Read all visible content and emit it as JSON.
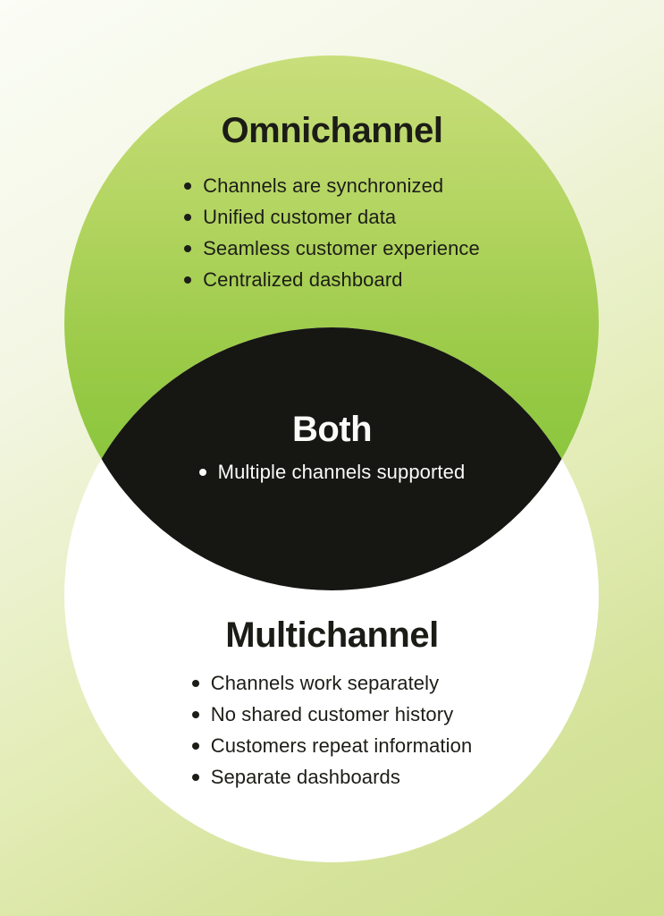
{
  "diagram_type": "venn",
  "colors": {
    "background_gradient_start": "#fbfdf6",
    "background_gradient_end": "#cde08d",
    "omnichannel_circle_top": "#c9de7b",
    "omnichannel_circle_bottom": "#8bc53e",
    "multichannel_circle": "#ffffff",
    "intersection_fill": "#161613",
    "text_dark": "#1c1c17",
    "text_light": "#fafaf8"
  },
  "venn": {
    "top": {
      "title": "Omnichannel",
      "items": [
        "Channels are synchronized",
        "Unified customer data",
        "Seamless customer experience",
        "Centralized dashboard"
      ]
    },
    "intersection": {
      "title": "Both",
      "items": [
        "Multiple channels supported"
      ]
    },
    "bottom": {
      "title": "Multichannel",
      "items": [
        "Channels work separately",
        "No shared customer history",
        "Customers repeat information",
        "Separate dashboards"
      ]
    }
  }
}
